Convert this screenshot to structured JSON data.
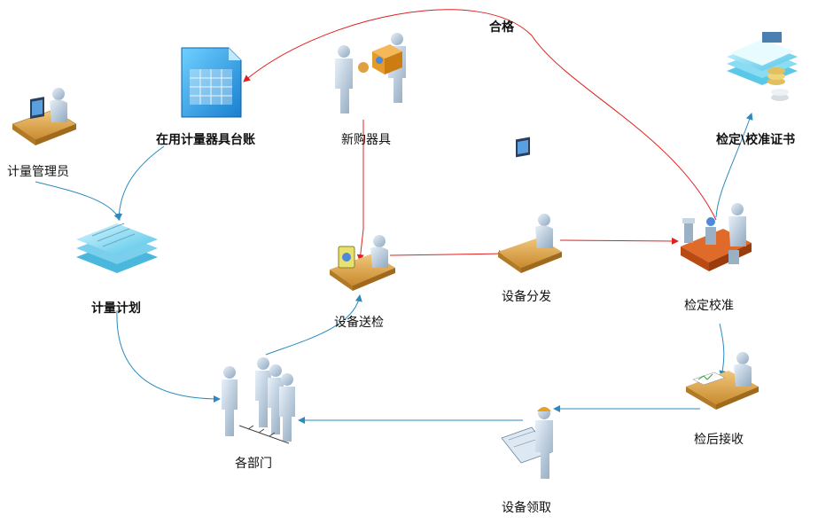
{
  "diagram": {
    "nodes": {
      "metrology_admin": "计量管理员",
      "instrument_ledger": "在用计量器具台账",
      "new_purchase": "新购器具",
      "certificate": "检定\\校准证书",
      "metrology_plan": "计量计划",
      "equipment_submit": "设备送检",
      "equipment_dispatch": "设备分发",
      "calibration": "检定校准",
      "departments": "各部门",
      "post_receive": "检后接收",
      "equipment_pickup": "设备领取"
    },
    "edges": {
      "qualified": "合格"
    },
    "colors": {
      "red_flow": "#e02020",
      "blue_flow": "#2b8bc0"
    }
  }
}
